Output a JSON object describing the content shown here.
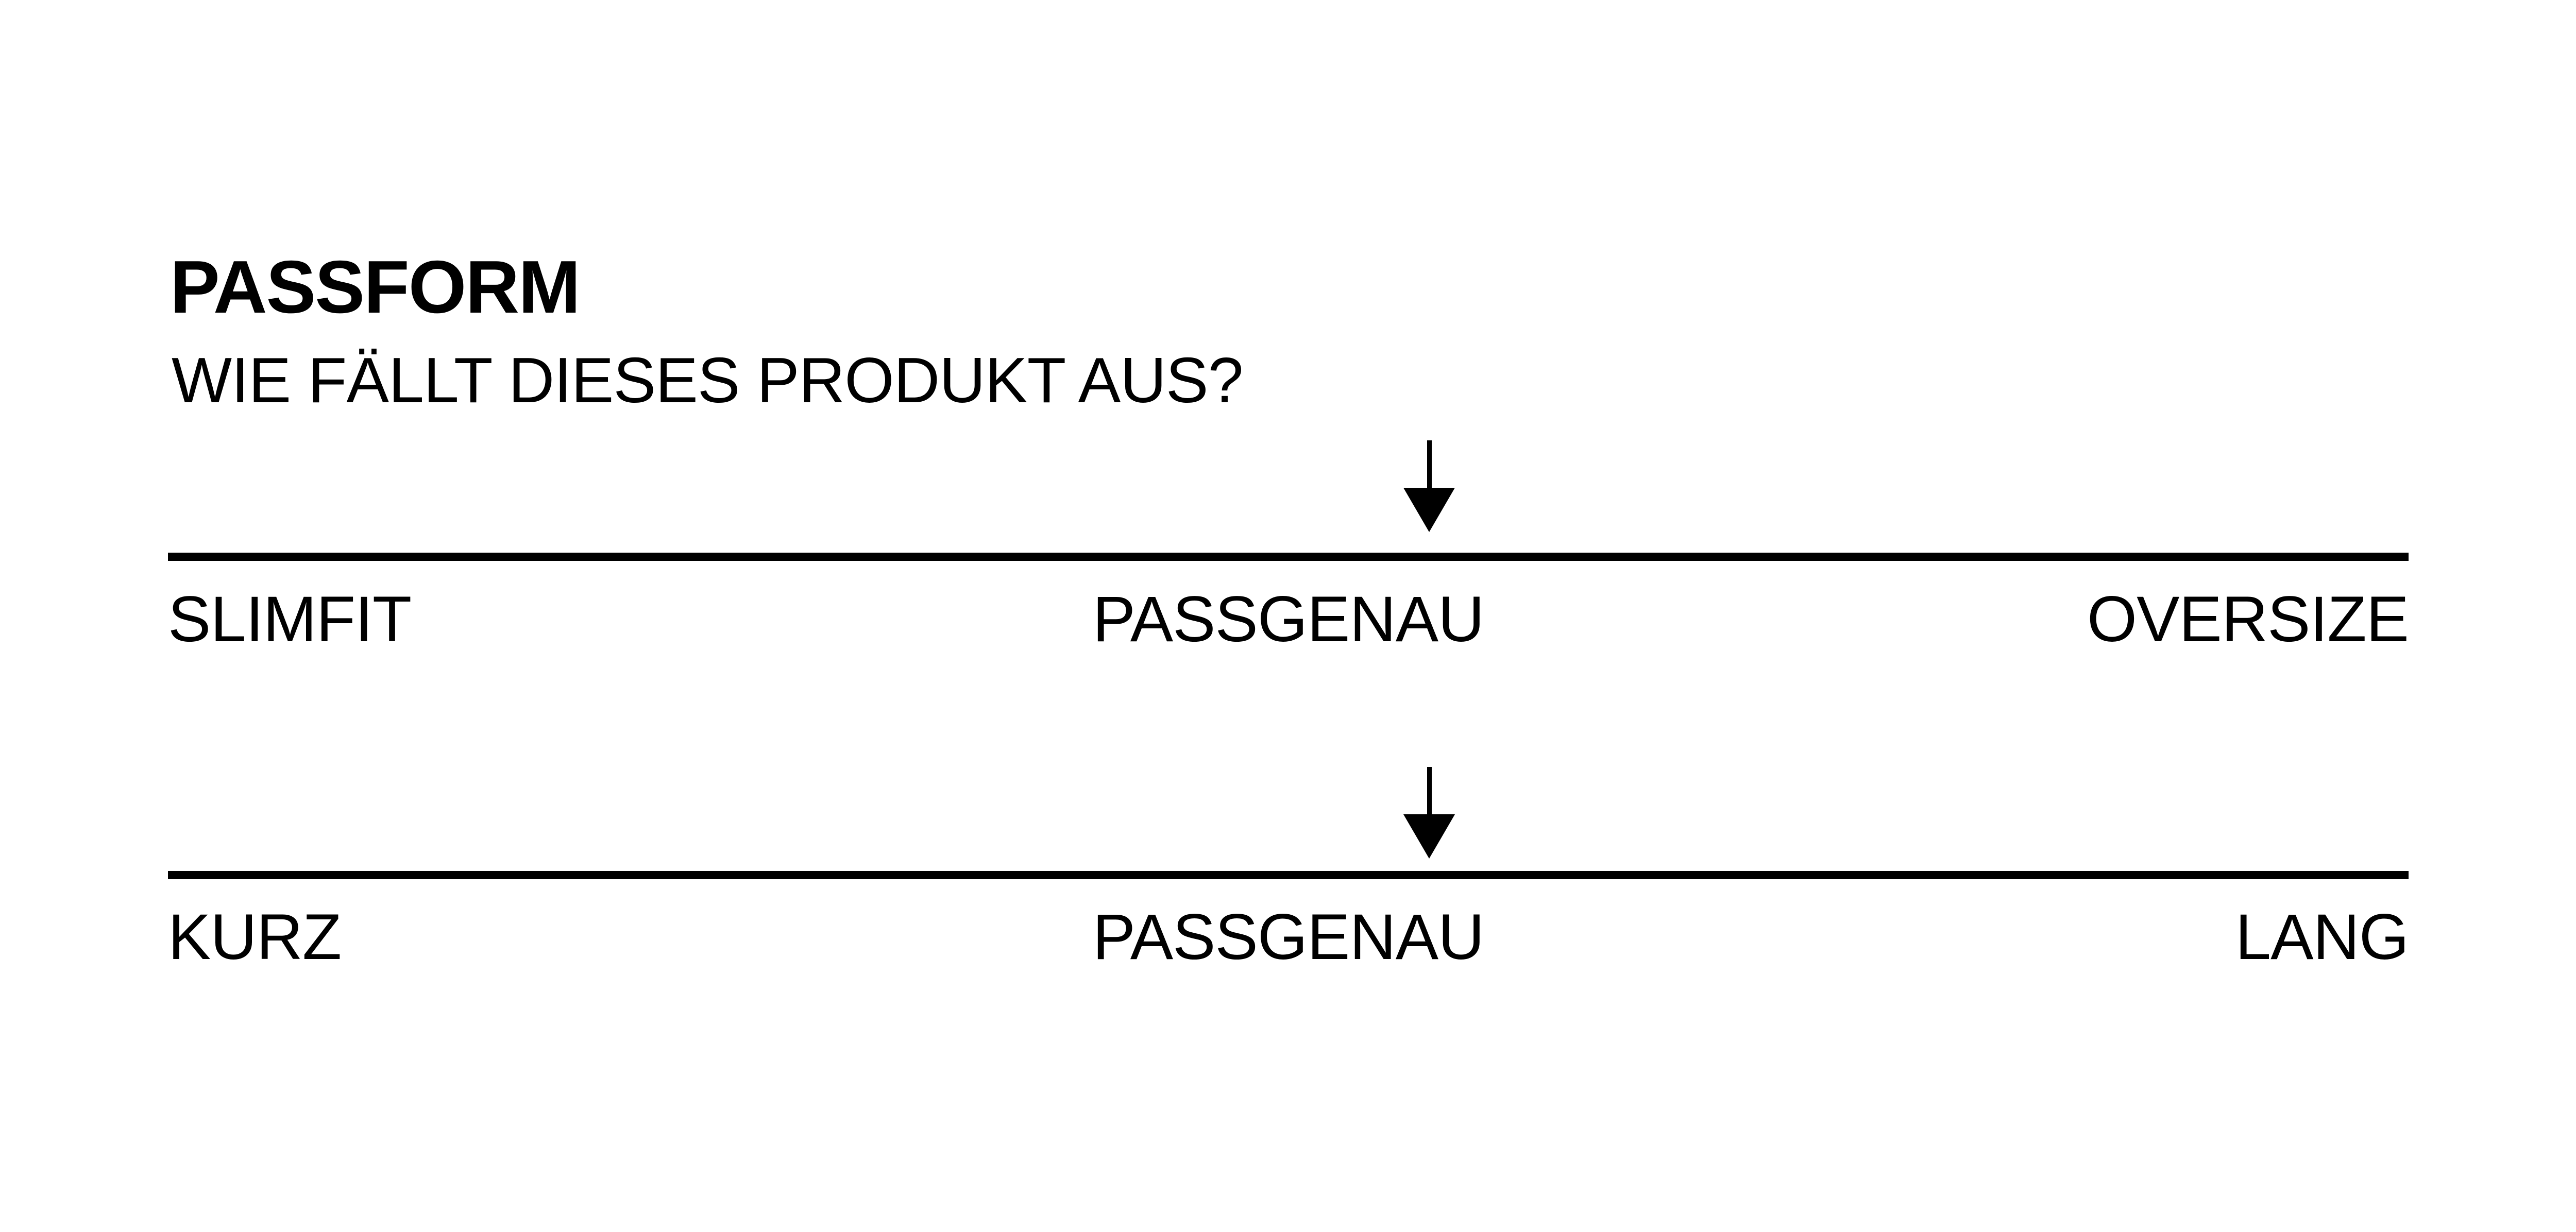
{
  "header": {
    "title": "PASSFORM",
    "subtitle": "WIE FÄLLT DIESES PRODUKT AUS?"
  },
  "scales": [
    {
      "left_label": "SLIMFIT",
      "center_label": "PASSGENAU",
      "right_label": "OVERSIZE",
      "marker_position_percent": 56.3
    },
    {
      "left_label": "KURZ",
      "center_label": "PASSGENAU",
      "right_label": "LANG",
      "marker_position_percent": 56.3
    }
  ],
  "icons": {
    "arrow_down_icon": "css-triangle-down"
  },
  "colors": {
    "ink": "#000000",
    "background": "#ffffff"
  }
}
